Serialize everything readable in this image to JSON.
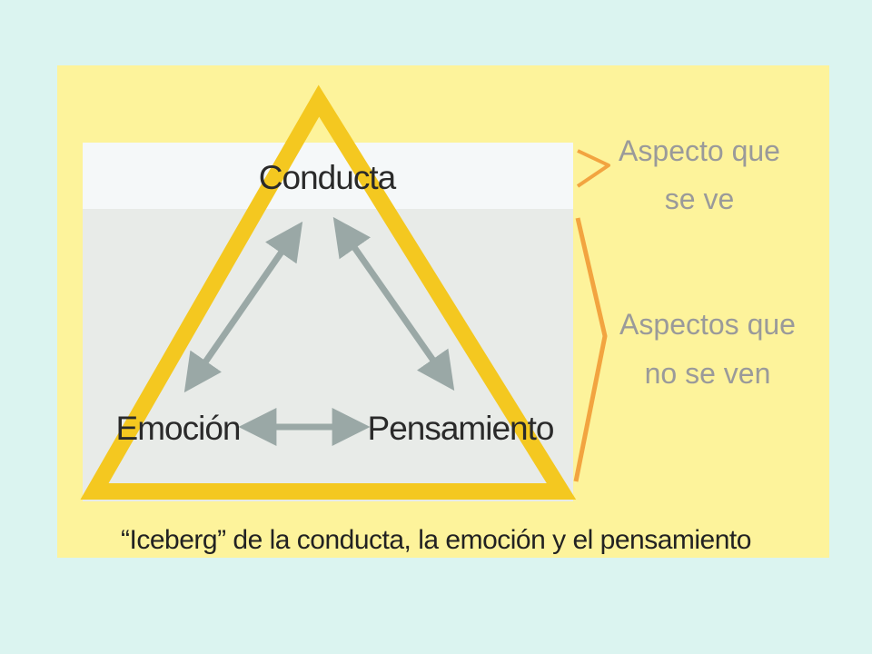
{
  "diagram": {
    "nodes": {
      "top": "Conducta",
      "left": "Emoción",
      "right": "Pensamiento"
    },
    "visible_aspect": [
      "Aspecto que",
      "se ve"
    ],
    "hidden_aspects": [
      "Aspectos que",
      "no se ven"
    ],
    "caption": "“Iceberg” de la conducta, la emoción y el pensamiento"
  },
  "colors": {
    "page_background": "#dbf4f0",
    "panel_background": "#fdf39b",
    "triangle": "#f4c820",
    "visible_band": "#f5f8f9",
    "hidden_band": "#e8ebe8",
    "arrow": "#9aa8a6",
    "brace": "#f2a440",
    "side_text": "#9a9a9a",
    "node_text": "#2a2a2a"
  }
}
